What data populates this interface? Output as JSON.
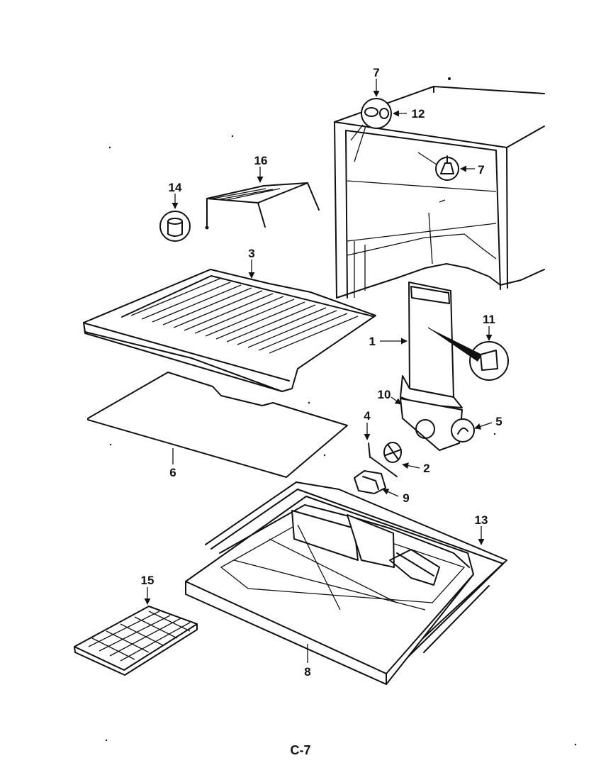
{
  "diagram": {
    "callouts": {
      "c1": "1",
      "c2": "2",
      "c3": "3",
      "c4": "4",
      "c5": "5",
      "c6": "6",
      "c7a": "7",
      "c7b": "7",
      "c8": "8",
      "c9": "9",
      "c10": "10",
      "c11": "11",
      "c12": "12",
      "c13": "13",
      "c14": "14",
      "c15": "15",
      "c16": "16"
    },
    "page_code": "C-7"
  }
}
